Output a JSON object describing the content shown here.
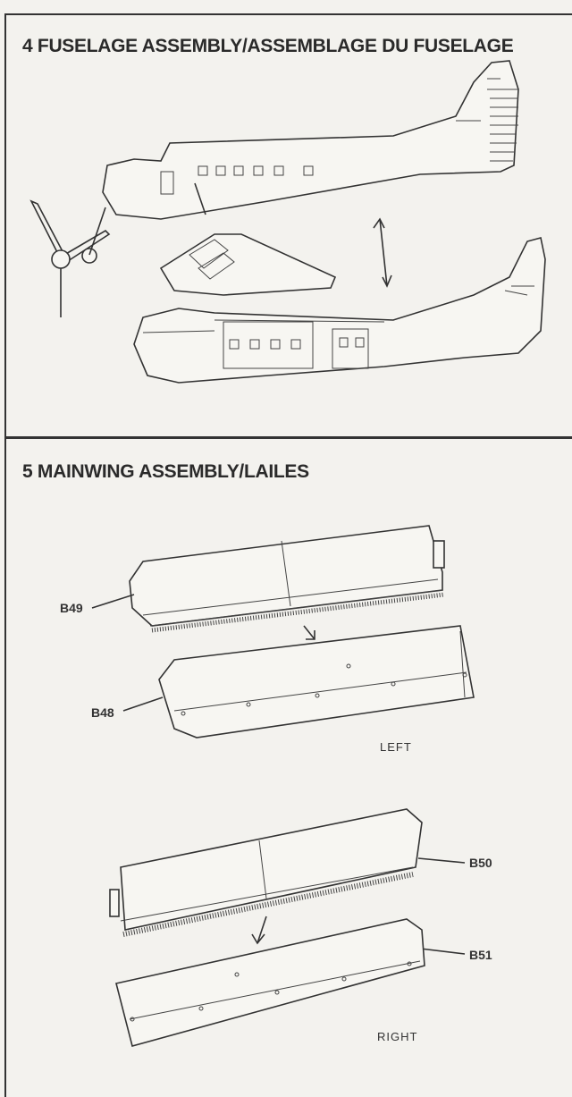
{
  "step4": {
    "title": "4 FUSELAGE ASSEMBLY/ASSEMBLAGE DU FUSELAGE"
  },
  "step5": {
    "title": "5 MAINWING ASSEMBLY/LAILES",
    "parts": {
      "b49": "B49",
      "b48": "B48",
      "b50": "B50",
      "b51": "B51"
    },
    "left_label": "LEFT",
    "right_label": "RIGHT"
  }
}
